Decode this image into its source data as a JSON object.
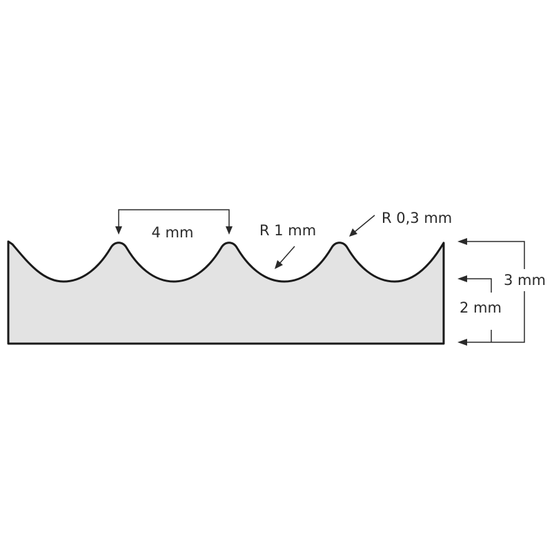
{
  "diagram": {
    "colors": {
      "profile_fill": "#e3e3e3",
      "outline": "#1a1a1a",
      "dimension": "#2a2a2a",
      "background": "#ffffff"
    },
    "labels": {
      "pitch": "4 mm",
      "valley_radius": "R 1 mm",
      "peak_radius": "R 0,3 mm",
      "total_height": "3 mm",
      "base_height": "2 mm"
    }
  }
}
